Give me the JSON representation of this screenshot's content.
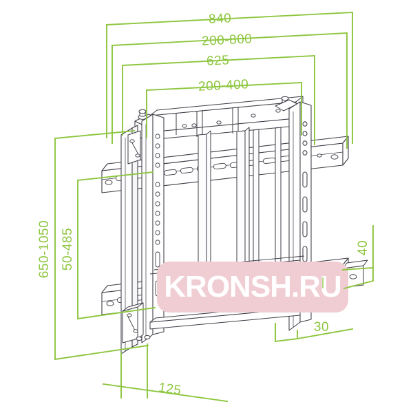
{
  "drawing": {
    "title": "TV wall mount bracket — dimensioned technical drawing",
    "type": "isometric-engineering-drawing",
    "background_color": "#ffffff",
    "units": "mm",
    "line_colors": {
      "dimension_green": "#8DC63F",
      "product_outline": "#3c3c46",
      "product_fill": "#ffffff",
      "product_shade_light": "#f2f2f4",
      "product_shade_mid": "#e2e2e6",
      "watermark_block": "#f0cdd3",
      "watermark_text": "#ffffff"
    }
  },
  "dimensions": {
    "top": [
      {
        "name": "overall-width",
        "label": "840"
      },
      {
        "name": "vesa-width-range",
        "label": "200-800"
      },
      {
        "name": "rail-span",
        "label": "625"
      },
      {
        "name": "vesa-height-range-horizontal",
        "label": "200-400"
      }
    ],
    "left": [
      {
        "name": "overall-height-range",
        "label": "650-1050"
      },
      {
        "name": "vesa-vertical-range",
        "label": "50-485"
      }
    ],
    "right": [
      {
        "name": "wall-offset-depth",
        "label": "40"
      }
    ],
    "bottom_right": [
      {
        "name": "bracket-lip-depth",
        "label": "30"
      }
    ],
    "bottom_left": [
      {
        "name": "total-depth",
        "label": "125"
      }
    ]
  },
  "watermark": {
    "name": "site-watermark",
    "text": "KRONSH.RU"
  }
}
